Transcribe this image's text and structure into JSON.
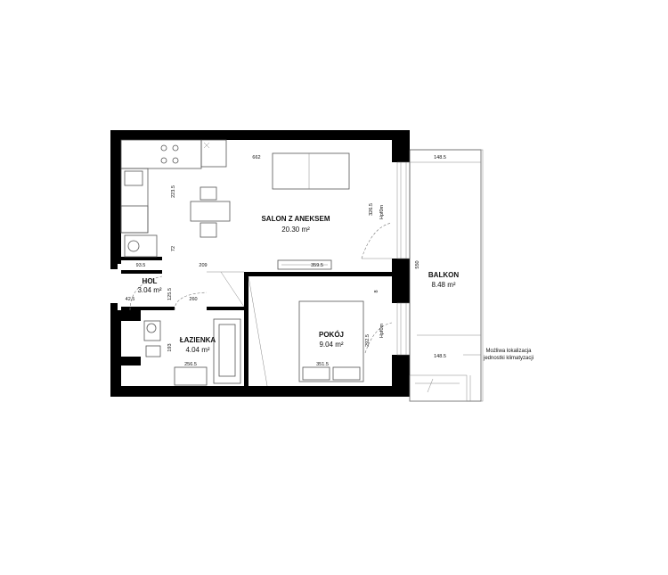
{
  "rooms": {
    "salon": {
      "name": "SALON Z ANEKSEM",
      "area": "20.30 m²"
    },
    "hol": {
      "name": "HOL",
      "area": "3.04 m²"
    },
    "lazienka": {
      "name": "ŁAZIENKA",
      "area": "4.04 m²"
    },
    "pokoj": {
      "name": "POKÓJ",
      "area": "9.04 m²"
    },
    "balkon": {
      "name": "BALKON",
      "area": "8.48 m²"
    }
  },
  "dimensions": {
    "salon_width": "662",
    "kitchen_height": "223.5",
    "salon_height": "326.5",
    "stub_72": "72",
    "hol_width": "93.5",
    "wall_209": "209",
    "pokoj_width": "359.5",
    "hol_height": "125.5",
    "hol_small": "42.5",
    "door_260": "260",
    "bath_height": "193",
    "bath_width": "256.5",
    "pokoj_inner": "351.5",
    "pokoj_height": "292.5",
    "small_8": "8",
    "balcony_top": "148.5",
    "balcony_height": "550",
    "balcony_bottom": "148.5"
  },
  "window_tags": {
    "salon_window": "Hpf0m",
    "pokoj_window": "Hpf0m"
  },
  "note": {
    "line1": "Możliwa lokalizacja",
    "line2": "jednostki klimatyzacji"
  }
}
